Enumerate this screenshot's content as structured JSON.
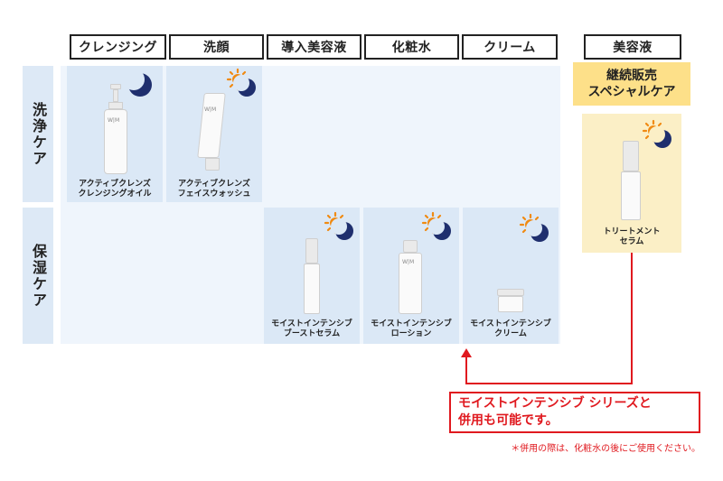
{
  "columns": [
    "クレンジング",
    "洗顔",
    "導入美容液",
    "化粧水",
    "クリーム",
    "美容液"
  ],
  "rows": [
    "洗浄ケア",
    "保湿ケア"
  ],
  "special": {
    "line1": "継続販売",
    "line2": "スペシャルケア"
  },
  "products": {
    "cleansing_oil": {
      "line1": "アクティブクレンズ",
      "line2": "クレンジングオイル",
      "icon": "moon-icon"
    },
    "face_wash": {
      "line1": "アクティブクレンズ",
      "line2": "フェイスウォッシュ",
      "icon": "sun-moon-icon"
    },
    "boost_serum": {
      "line1": "モイストインテンシブ",
      "line2": "ブーストセラム",
      "icon": "sun-moon-icon"
    },
    "lotion": {
      "line1": "モイストインテンシブ",
      "line2": "ローション",
      "icon": "sun-moon-icon"
    },
    "cream": {
      "line1": "モイストインテンシブ",
      "line2": "クリーム",
      "icon": "sun-moon-icon"
    },
    "treatment_serum": {
      "line1": "トリートメント",
      "line2": "セラム",
      "icon": "sun-moon-icon"
    }
  },
  "brand_mark": "W|M",
  "callout": {
    "line1": "モイストインテンシブ シリーズと",
    "line2": "併用も可能です。"
  },
  "note": "＊併用の際は、化粧水の後にご使用ください。",
  "colors": {
    "cell": "#dbe8f6",
    "grid_bg": "#eff5fc",
    "special_cell": "#fbefc6",
    "special_header": "#fde089",
    "accent_red": "#e0191f",
    "sun": "#f08a12",
    "moon": "#1f2f6e"
  }
}
